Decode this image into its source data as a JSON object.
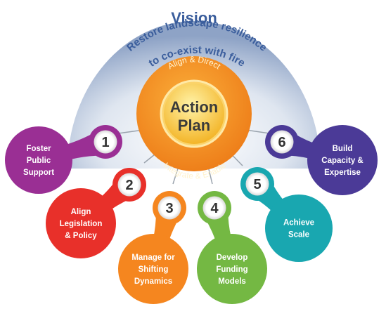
{
  "vision": {
    "title": "Vision",
    "line1": "Restore landscape resilience",
    "line2": "to co-exist with fire"
  },
  "center": {
    "top_arc": "Align & Direct",
    "title_line1": "Action",
    "title_line2": "Plan",
    "bottom_arc": "Integrate & Enable"
  },
  "nodes": [
    {
      "number": "1",
      "lines": [
        "Foster",
        "Public",
        "Support"
      ],
      "color": "#9a2f94"
    },
    {
      "number": "2",
      "lines": [
        "Align",
        "Legislation",
        "& Policy"
      ],
      "color": "#e8302a"
    },
    {
      "number": "3",
      "lines": [
        "Manage for",
        "Shifting",
        "Dynamics"
      ],
      "color": "#f5861f"
    },
    {
      "number": "4",
      "lines": [
        "Develop",
        "Funding",
        "Models"
      ],
      "color": "#74b843"
    },
    {
      "number": "5",
      "lines": [
        "Achieve",
        "Scale"
      ],
      "color": "#19a7b0"
    },
    {
      "number": "6",
      "lines": [
        "Build",
        "Capacity &",
        "Expertise"
      ],
      "color": "#4b3a97"
    }
  ],
  "colors": {
    "vision_blue": "#3a5d9c",
    "center_orange": "#f39a1e",
    "center_gold": "#f8c23a"
  }
}
